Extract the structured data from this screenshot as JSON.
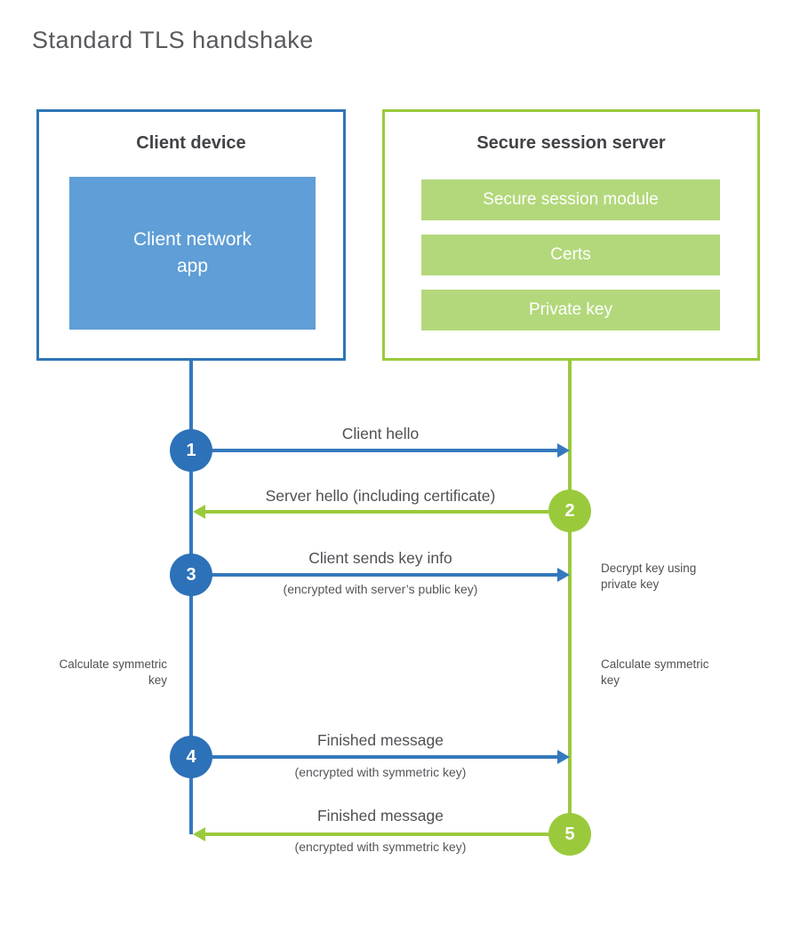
{
  "title": "Standard TLS handshake",
  "client": {
    "title": "Client device",
    "app_label": "Client network app"
  },
  "server": {
    "title": "Secure session server",
    "modules": [
      "Secure session module",
      "Certs",
      "Private key"
    ]
  },
  "steps": [
    {
      "num": "1",
      "label": "Client hello",
      "direction": "client-to-server"
    },
    {
      "num": "2",
      "label": "Server hello (including certificate)",
      "direction": "server-to-client"
    },
    {
      "num": "3",
      "label": "Client sends key info",
      "sub": "(encrypted with server’s public key)",
      "direction": "client-to-server"
    },
    {
      "num": "4",
      "label": "Finished message",
      "sub": "(encrypted with symmetric key)",
      "direction": "client-to-server"
    },
    {
      "num": "5",
      "label": "Finished message",
      "sub": "(encrypted with symmetric key)",
      "direction": "server-to-client"
    }
  ],
  "annotations": {
    "decrypt_note": "Decrypt key using private key",
    "calc_symmetric_left": "Calculate symmetric key",
    "calc_symmetric_right": "Calculate symmetric key"
  },
  "colors": {
    "client_accent": "#2e75b6",
    "client_fill": "#5f9ed6",
    "client_line": "#3579bd",
    "server_accent": "#9aca3c",
    "server_fill": "#b3d87b",
    "text_dark": "#414347",
    "text_gray": "#4f5054",
    "title_gray": "#595a5e"
  }
}
